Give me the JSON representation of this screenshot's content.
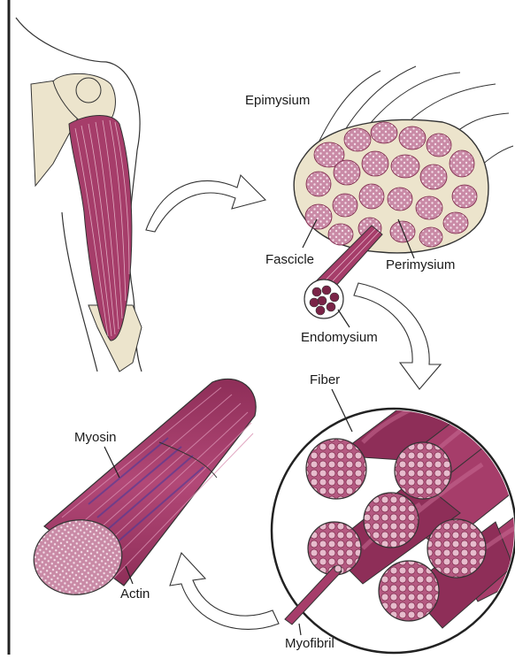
{
  "labels": {
    "epimysium": "Epimysium",
    "fascicle": "Fascicle",
    "perimysium": "Perimysium",
    "endomysium": "Endomysium",
    "fiber": "Fiber",
    "myosin": "Myosin",
    "actin": "Actin",
    "myofibril": "Myofibril"
  },
  "colors": {
    "muscle": "#a63d6a",
    "muscle_dark": "#7a2447",
    "muscle_light": "#d9a4bb",
    "bone": "#ece4cc",
    "outline": "#222222"
  }
}
